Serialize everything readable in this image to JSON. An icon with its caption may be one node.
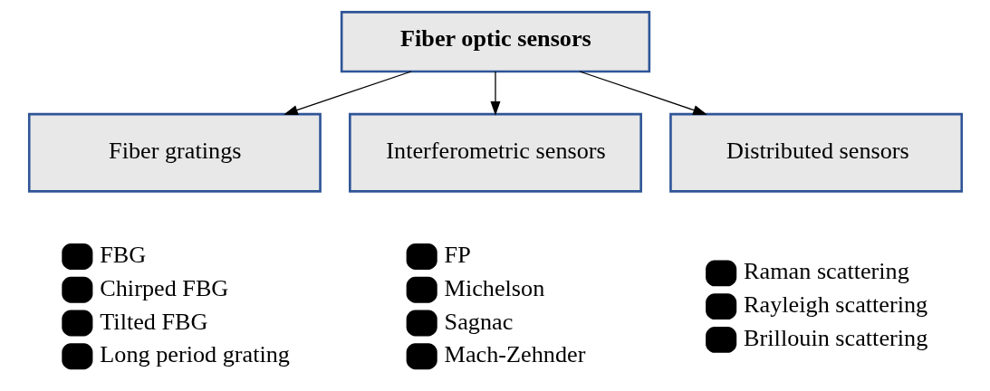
{
  "diagram": {
    "nodes": [
      {
        "text": [
          "Fiber optic sensors"
        ]
      },
      {
        "text": [
          "Fiber gratings"
        ],
        "beside": [
          "FBG",
          "Chirped FBG",
          "Tilted FBG",
          "Long period grating"
        ]
      },
      {
        "text": [
          "Interferometric sensors"
        ],
        "beside": [
          "FP",
          "Michelson",
          "Sagnac",
          "Mach-Zehnder"
        ]
      },
      {
        "text": [
          "Distributed sensors"
        ],
        "beside": [
          "Raman scattering",
          "Rayleigh scattering",
          "Brillouin scattering"
        ]
      }
    ],
    "edges": [
      {
        "from": 0,
        "to": 1,
        "arrow": "to"
      },
      {
        "from": 0,
        "to": 2,
        "arrow": "to"
      },
      {
        "from": 0,
        "to": 3,
        "arrow": "to"
      }
    ]
  }
}
